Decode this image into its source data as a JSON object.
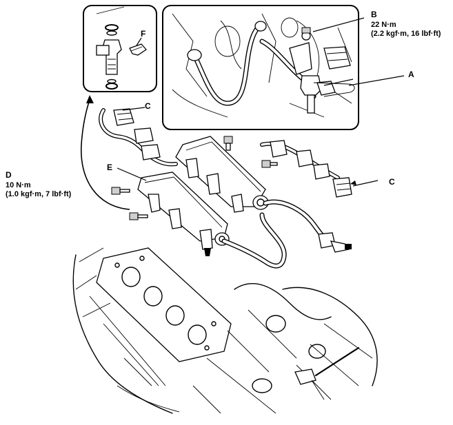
{
  "labels": {
    "A": "A",
    "B": "B",
    "C_top": "C",
    "C_right": "C",
    "D": "D",
    "E": "E",
    "F": "F"
  },
  "torque": {
    "B_line1": "22 N·m",
    "B_line2": "(2.2 kgf·m, 16 lbf·ft)",
    "D_line1": "10 N·m",
    "D_line2": "(1.0 kgf·m, 7 lbf·ft)"
  }
}
